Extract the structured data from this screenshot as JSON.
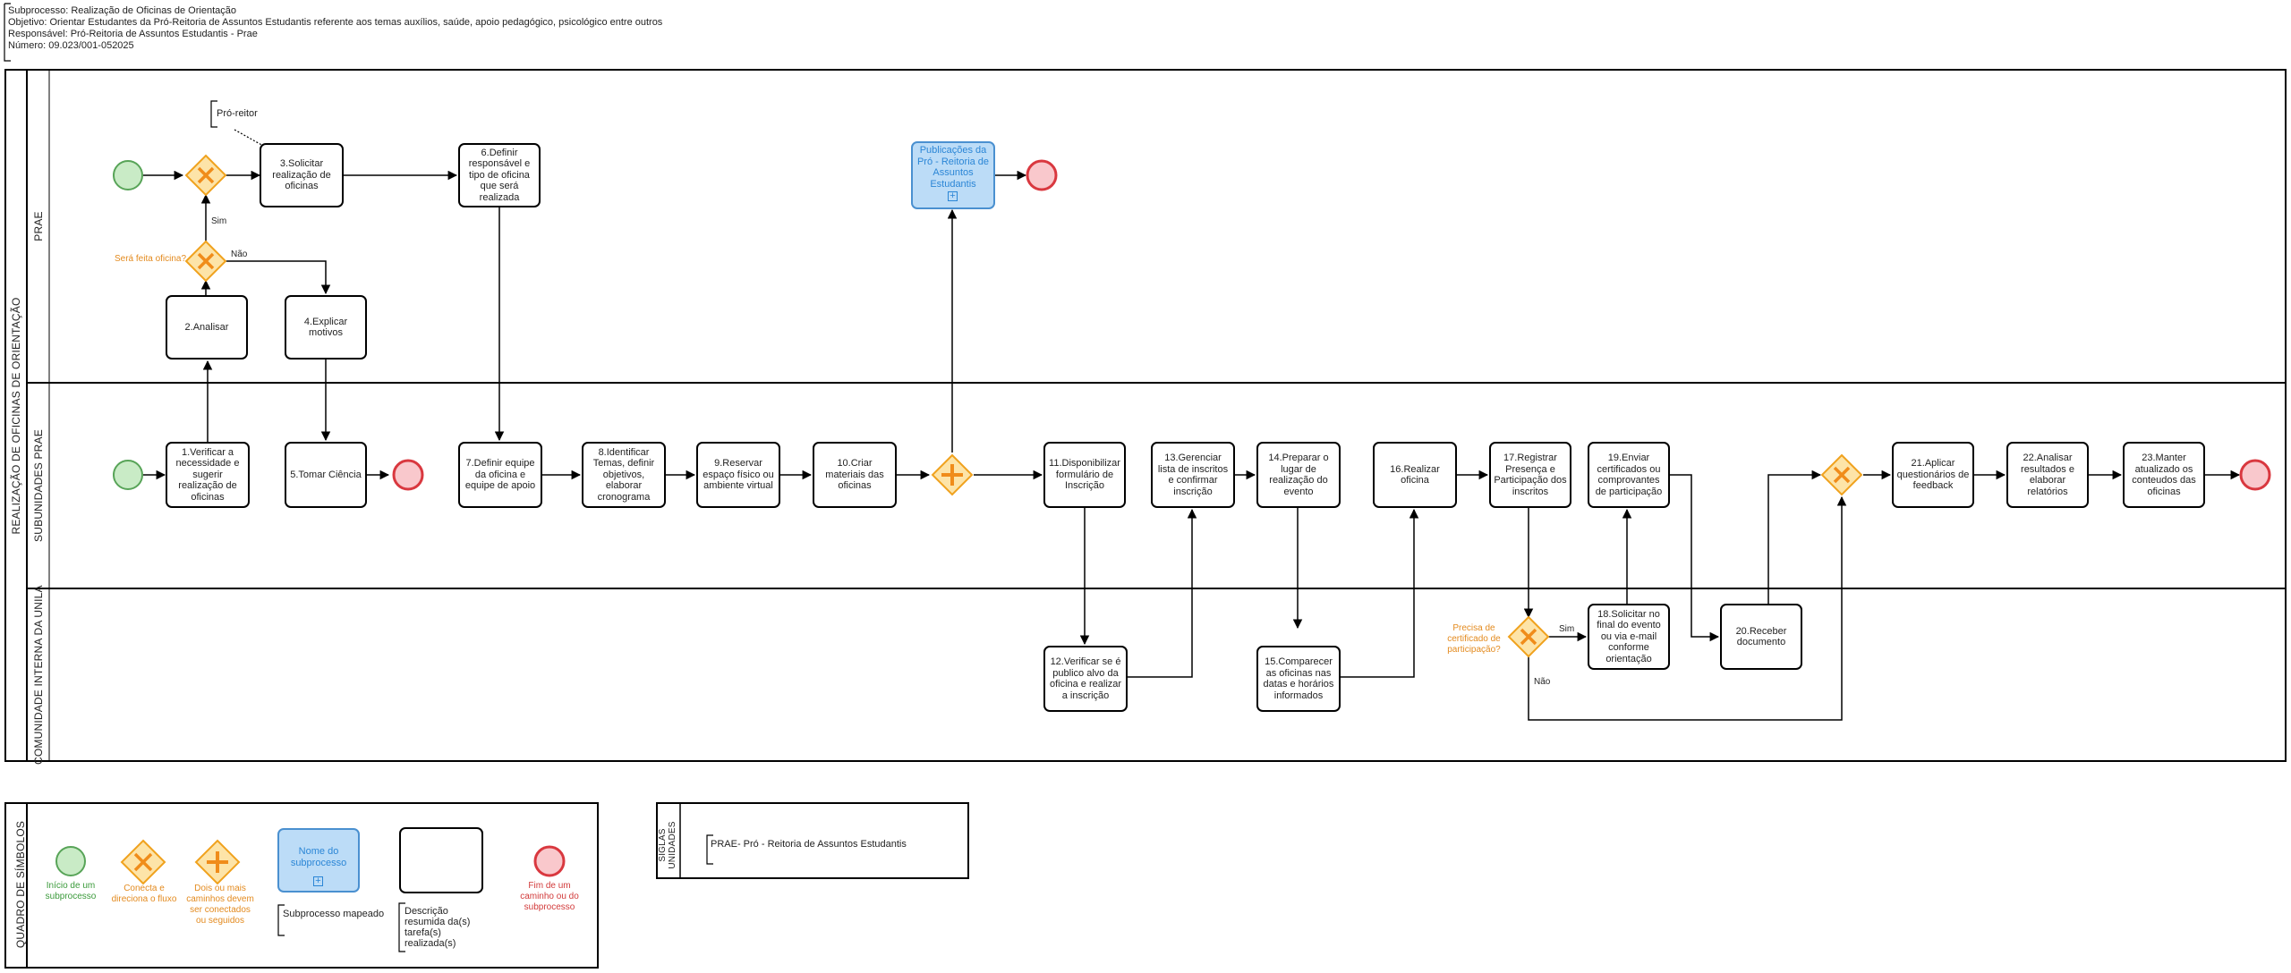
{
  "header": {
    "subprocesso": "Subprocesso: Realização de Oficinas de Orientação",
    "objetivo": "Objetivo: Orientar Estudantes da Pró-Reitoria de Assuntos Estudantis referente aos temas auxílios, saúde, apoio pedagógico, psicológico entre outros",
    "responsavel": "Responsável: Pró-Reitoria de Assuntos Estudantis - Prae",
    "numero": "Número: 09.023/001-052025"
  },
  "pool": {
    "title": "REALIZAÇÃO DE OFICINAS DE ORIENTAÇÃO",
    "lanes": [
      "PRAE",
      "SUBUNIDADES PRAE",
      "COMUNIDADE INTERNA DA UNILA"
    ]
  },
  "annotation": "Pró-reitor",
  "tasks": {
    "t1": "1.Verificar a necessidade e sugerir realização de oficinas",
    "t2": "2.Analisar",
    "t3": "3.Solicitar realização de oficinas",
    "t4": "4.Explicar motivos",
    "t5": "5.Tomar Ciência",
    "t6": "6.Definir responsável e tipo de oficina que será realizada",
    "t7": "7.Definir equipe da oficina e equipe de apoio",
    "t8": "8.Identificar Temas, definir objetivos, elaborar cronograma",
    "t9": "9.Reservar espaço físico ou ambiente virtual",
    "t10": "10.Criar materiais das oficinas",
    "t11": "11.Disponibilizar formulário de Inscrição",
    "t12": "12.Verificar se é publico alvo da oficina e realizar a inscrição",
    "t13": "13.Gerenciar lista de inscritos e confirmar inscrição",
    "t14": "14.Preparar o lugar de realização do evento",
    "t15": "15.Comparecer as oficinas nas datas e horários informados",
    "t16": "16.Realizar oficina",
    "t17": "17.Registrar Presença e Participação dos inscritos",
    "t18": "18.Solicitar no final do evento ou via e-mail conforme orientação",
    "t19": "19.Enviar certificados ou comprovantes de participação",
    "t20": "20.Receber documento",
    "t21": "21.Aplicar questionários de feedback",
    "t22": "22.Analisar resultados e elaborar relatórios",
    "t23": "23.Manter atualizado os conteudos das oficinas"
  },
  "subprocess_label": "Publicações da Pró - Reitoria de Assuntos Estudantis",
  "gateways": {
    "g_feita": "Será feita oficina?",
    "g_cert": "Precisa de certificado de participação?",
    "sim": "Sim",
    "nao": "Não"
  },
  "legend": {
    "title": "QUADRO DE SÍMBOLOS",
    "start": "Início de um subprocesso",
    "xor": "Conecta e direciona o fluxo",
    "parallel": "Dois ou mais caminhos devem ser conectados ou seguidos",
    "subprocess_box": "Nome do subprocesso",
    "subprocess_mapped": "Subprocesso mapeado",
    "task_desc": "Descrição resumida da(s) tarefa(s) realizada(s)",
    "end": "Fim de um caminho ou do subprocesso"
  },
  "siglas": {
    "title": "SIGLAS UNIDADES",
    "prae": "PRAE- Pró - Reitoria de Assuntos Estudantis"
  },
  "colors": {
    "start_fill": "#c9ebc6",
    "start_stroke": "#58a458",
    "end_fill": "#f9c8cc",
    "end_stroke": "#d9383f",
    "gateway_fill": "#fde4a8",
    "gateway_stroke": "#f0a21e",
    "gateway_mark": "#f08c1a",
    "subprocess_fill": "#bcdcf7"
  }
}
